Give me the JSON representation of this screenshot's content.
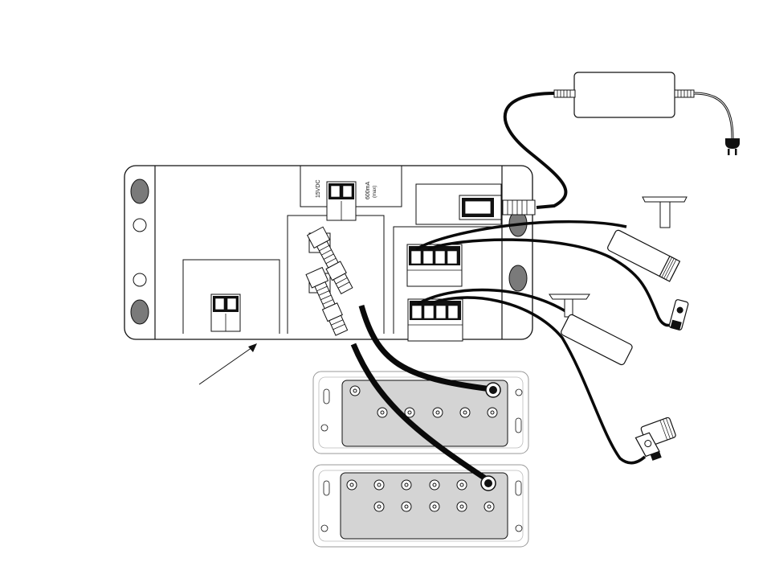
{
  "connector_power": {
    "voltage_label": "15VDC",
    "current_label": "600mA",
    "current_note": "(max)"
  },
  "colors": {
    "stroke": "#111111",
    "cable": "#0a0a0a",
    "mount_hole": "#7a7a7a",
    "panel_fill": "#d4d4d4",
    "bg": "#ffffff"
  },
  "icons": [
    "power-plug-icon",
    "camera-icon",
    "bnc-connector-icon",
    "terminal-block-icon"
  ]
}
